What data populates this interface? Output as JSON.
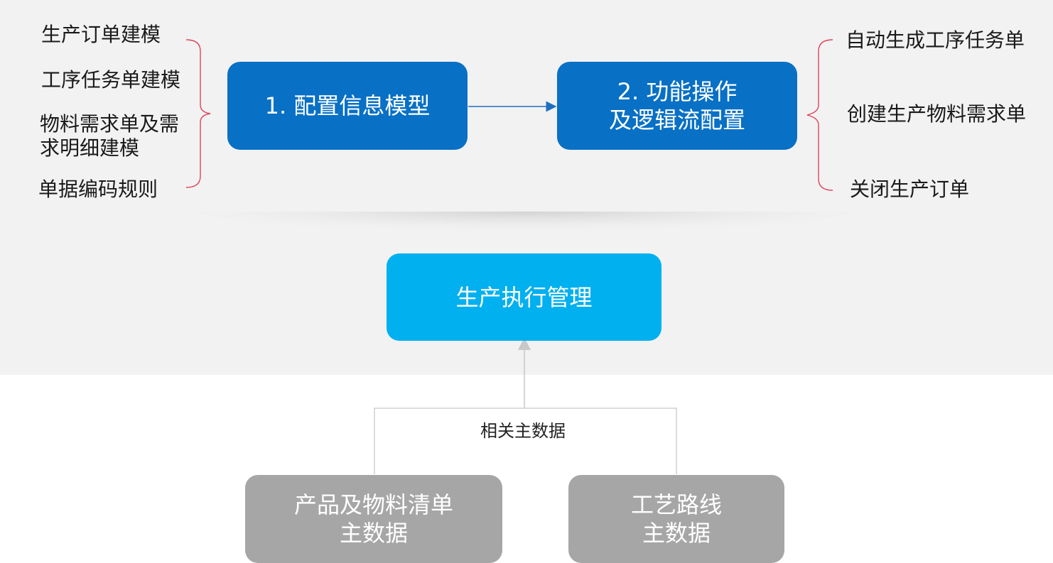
{
  "left_items": [
    "生产订单建模",
    "工序任务单建模",
    "物料需求单及需\n求明细建模",
    "单据编码规则"
  ],
  "right_items": [
    "自动生成工序任务单",
    "创建生产物料需求单",
    "关闭生产订单"
  ],
  "step1": "1. 配置信息模型",
  "step2": "2. 功能操作\n及逻辑流配置",
  "center": "生产执行管理",
  "connector_label": "相关主数据",
  "master_left": "产品及物料清单\n主数据",
  "master_right": "工艺路线\n主数据",
  "colors": {
    "dark_blue": "#0870c5",
    "light_blue": "#00b0ef",
    "gray_box": "#a6a6a6",
    "bracket": "#e0445a",
    "arrow": "#1f6fc0",
    "panel": "#f2f2f2"
  }
}
